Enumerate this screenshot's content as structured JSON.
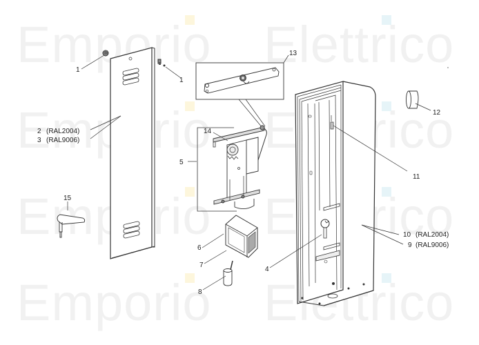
{
  "watermark": {
    "word1": "Emporio",
    "word2": "Elettrico",
    "text_color": "#f1f1f1",
    "dot1_color": "#fdf6dc",
    "dot2_color": "#e6f4f8"
  },
  "diagram": {
    "type": "exploded-parts-view",
    "line_color": "#333333",
    "callouts": [
      {
        "id": "1a",
        "label": "1"
      },
      {
        "id": "1b",
        "label": "1"
      },
      {
        "id": "2",
        "label": "2",
        "note": "(RAL2004)"
      },
      {
        "id": "3",
        "label": "3",
        "note": "(RAL9006)"
      },
      {
        "id": "4",
        "label": "4"
      },
      {
        "id": "5",
        "label": "5"
      },
      {
        "id": "6",
        "label": "6"
      },
      {
        "id": "7",
        "label": "7"
      },
      {
        "id": "8",
        "label": "8"
      },
      {
        "id": "9",
        "label": "9",
        "note": "(RAL9006)"
      },
      {
        "id": "10",
        "label": "10",
        "note": "(RAL2004)"
      },
      {
        "id": "11",
        "label": "11"
      },
      {
        "id": "12",
        "label": "12"
      },
      {
        "id": "13",
        "label": "13"
      },
      {
        "id": "14",
        "label": "14"
      },
      {
        "id": "15",
        "label": "15"
      }
    ]
  }
}
